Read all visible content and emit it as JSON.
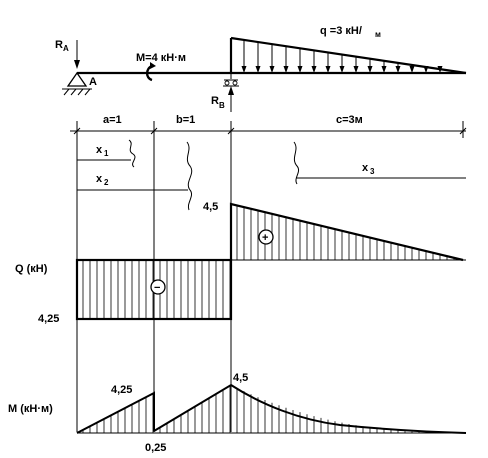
{
  "labels": {
    "ra_main": "R",
    "ra_sub": "A",
    "point_a": "A",
    "moment": "M=4 кН·м",
    "q_main": "q =3 кН/",
    "q_sub": "м",
    "rb_main": "R",
    "rb_sub": "B",
    "seg_a": "a=1",
    "seg_b": "b=1",
    "seg_c": "c=3м",
    "x1_main": "x",
    "x1_sub": "1",
    "x2_main": "x",
    "x2_sub": "2",
    "x3_main": "x",
    "x3_sub": "3",
    "q_axis": "Q (кН)",
    "m_axis": "M (кН·м)",
    "q_pos_val": "4,5",
    "q_neg_val": "4,25",
    "plus_sign": "+",
    "minus_sign": "−",
    "m_val1": "4,25",
    "m_val2": "4,5",
    "m_val3": "0,25"
  },
  "diagram": {
    "segments_m": [
      1,
      1,
      3
    ],
    "q_values_kN": {
      "ab": -4.25,
      "c_start": 4.5,
      "c_end": 0
    },
    "m_values_kNm": {
      "x0": 0,
      "x1_left": 4.25,
      "x1_right": 0.25,
      "x2": 4.5,
      "x5": 0
    }
  }
}
